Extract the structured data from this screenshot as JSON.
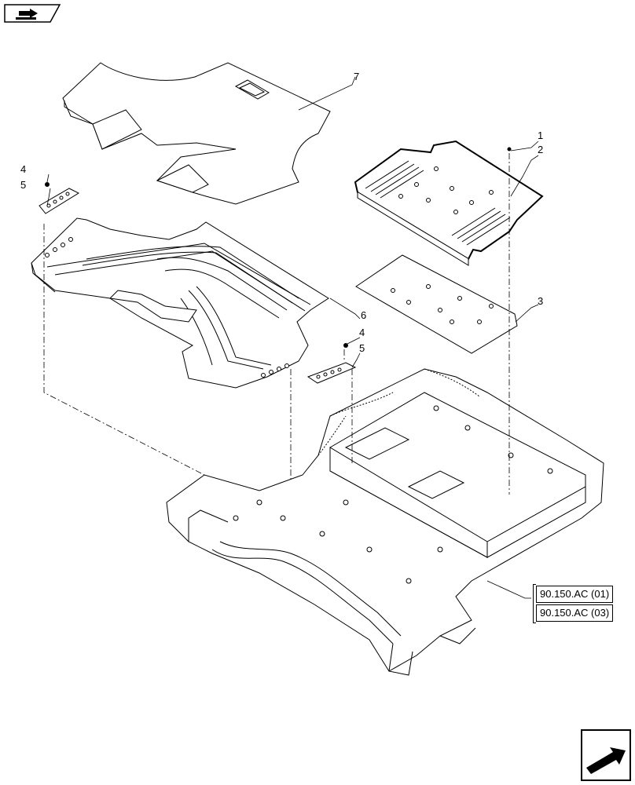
{
  "callouts": {
    "c1": "1",
    "c2": "2",
    "c3": "3",
    "c4a": "4",
    "c4b": "4",
    "c5a": "5",
    "c5b": "5",
    "c6": "6",
    "c7": "7"
  },
  "references": [
    "90.150.AC (01)",
    "90.150.AC (03)"
  ],
  "icons": {
    "top_left": "book-arrow-icon",
    "bottom_right": "next-page-arrow-icon"
  },
  "colors": {
    "line": "#000000",
    "background": "#ffffff"
  }
}
